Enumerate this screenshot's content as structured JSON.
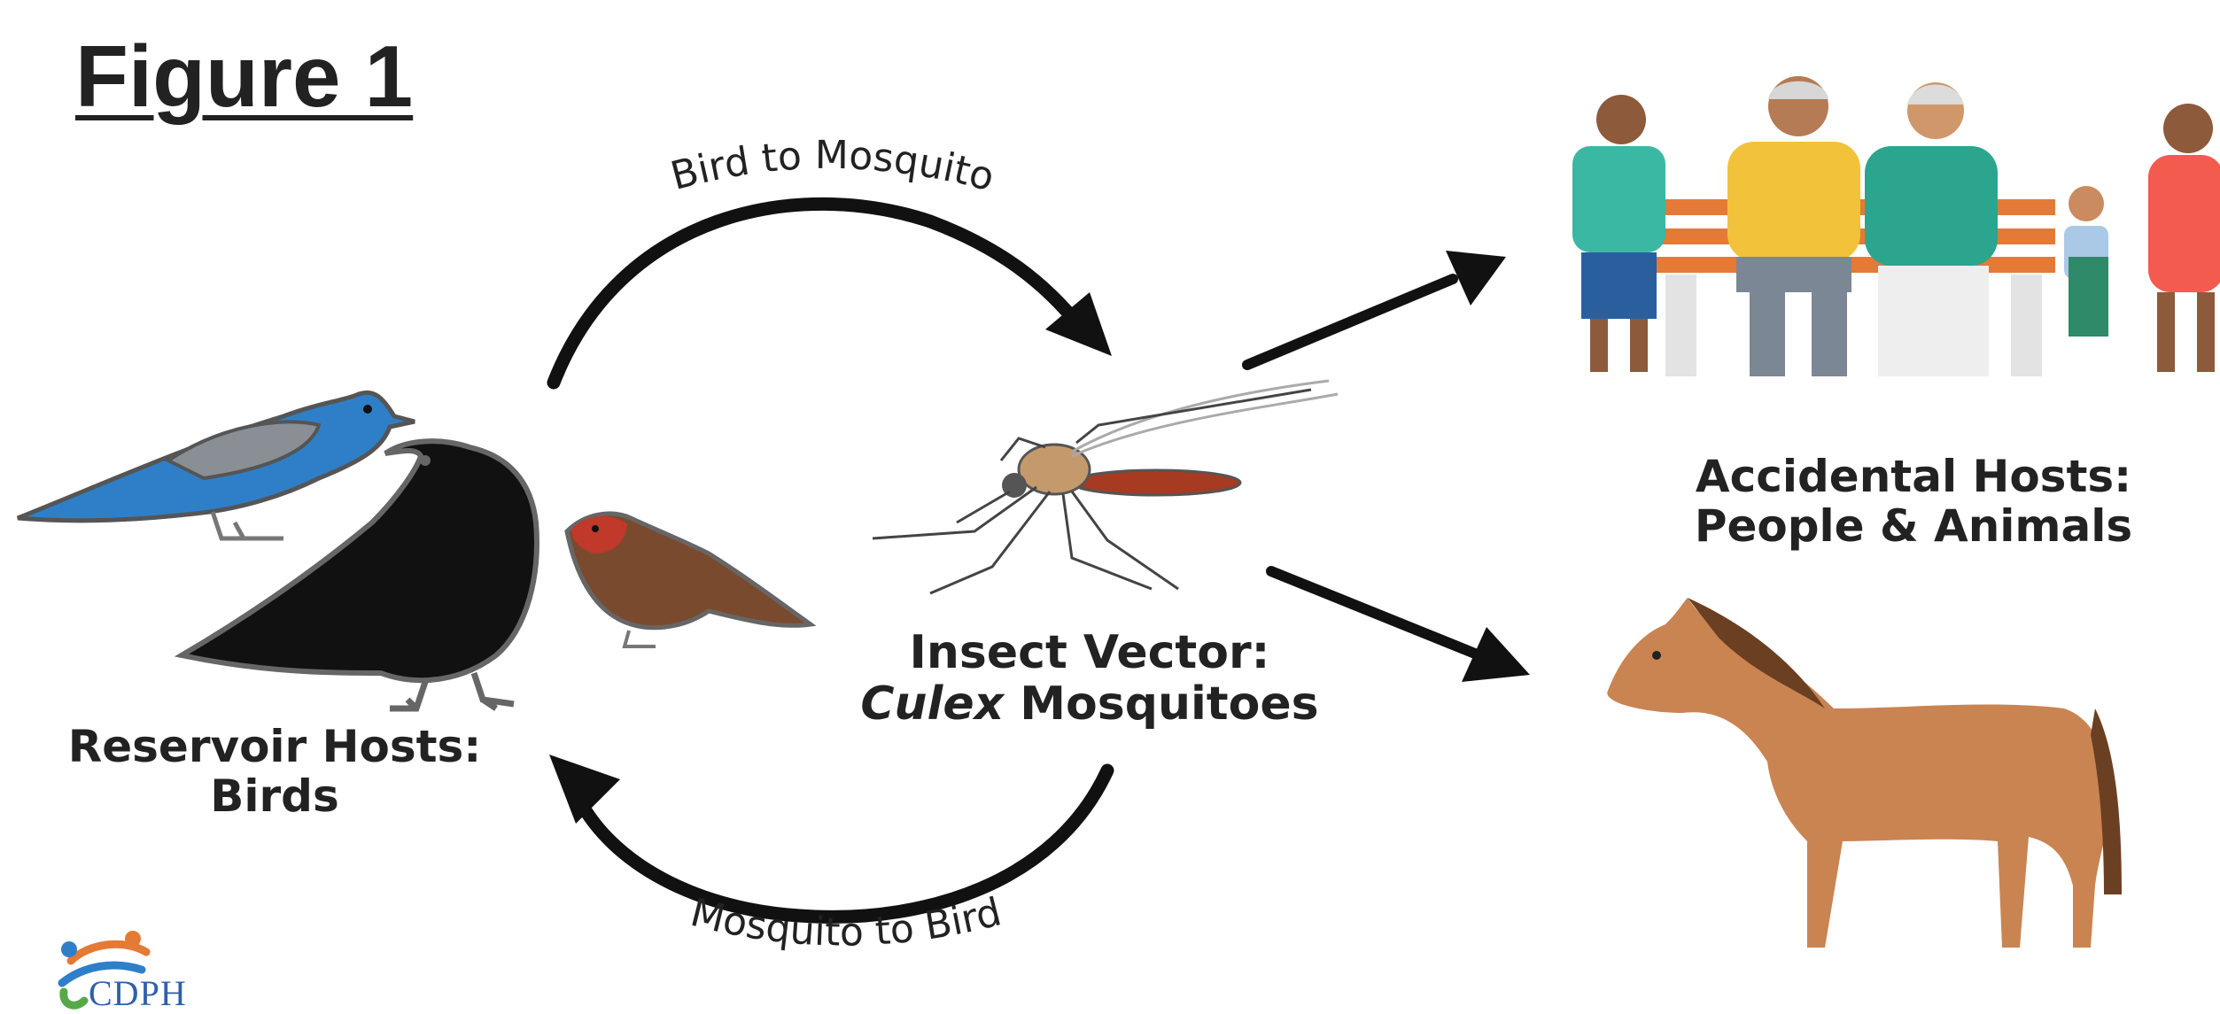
{
  "figure": {
    "title": "Figure 1"
  },
  "cycle": {
    "top_arrow_label": "Bird to Mosquito",
    "bottom_arrow_label": "Mosquito to Bird"
  },
  "reservoir": {
    "line1": "Reservoir Hosts:",
    "line2": "Birds"
  },
  "vector": {
    "line1": "Insect Vector:",
    "line2_italic": "Culex",
    "line2_rest": " Mosquitoes"
  },
  "accidental": {
    "line1": "Accidental Hosts:",
    "line2": "People & Animals"
  },
  "logo": {
    "text": "CDPH"
  },
  "colors": {
    "arrow": "#111111",
    "bluebird": "#2f7fc8",
    "crow": "#111111",
    "finch_head": "#c0392b",
    "horse": "#c98452",
    "bench": "#e47a35"
  }
}
